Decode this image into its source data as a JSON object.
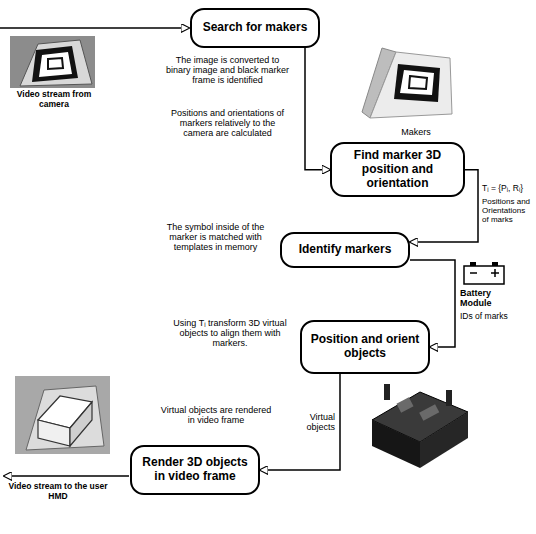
{
  "diagram": {
    "nodes": [
      {
        "text": [
          "Search for makers"
        ]
      },
      {
        "text": [
          "Find marker 3D position and orientation"
        ]
      },
      {
        "text": [
          "Identify markers"
        ]
      },
      {
        "text": [
          "Position and orient objects"
        ]
      },
      {
        "text": [
          "Render 3D objects in video frame"
        ]
      }
    ],
    "edges": [
      {
        "from": 0,
        "to": 1,
        "arrow": "to"
      },
      {
        "from": 1,
        "to": 2,
        "arrow": "to"
      },
      {
        "from": 2,
        "to": 3,
        "arrow": "to"
      },
      {
        "from": 3,
        "to": 4,
        "label": "Virtual objects",
        "arrow": "to"
      }
    ],
    "labels": [
      "Video stream from camera",
      "The image is converted to binary image and black marker frame is identified",
      "Makers",
      "Positions and orientations of markers relatively to the camera are calculated",
      "Tᵢ = {Pᵢ, Rᵢ}",
      "Positions and Orientations of marks",
      "The symbol inside of the marker is matched with templates in memory",
      "Battery Module",
      "IDs of marks",
      "Using Tᵢ transform 3D virtual objects to align them with markers.",
      "Virtual objects are rendered in video frame",
      "Video stream to the user HMD"
    ]
  }
}
